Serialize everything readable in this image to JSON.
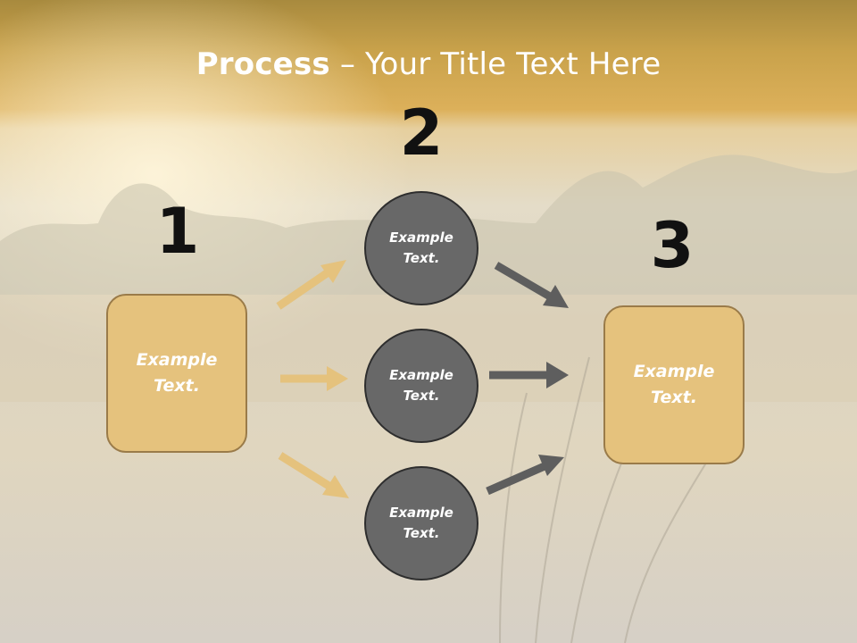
{
  "title": {
    "bold": "Process",
    "rest": " – Your Title Text Here"
  },
  "steps": [
    {
      "number": "1",
      "text": "Example Text."
    },
    {
      "number": "2",
      "items": [
        "Example Text.",
        "Example Text.",
        "Example Text."
      ]
    },
    {
      "number": "3",
      "text": "Example Text."
    }
  ],
  "colors": {
    "box_fill": "#e5c27d",
    "box_border": "#9a7b49",
    "circle_fill": "#686868",
    "circle_border": "#2e2e2e",
    "arrow_gold": "#e5c27d",
    "arrow_gray": "#5e5e5e",
    "header_band": "#d8ad55"
  }
}
